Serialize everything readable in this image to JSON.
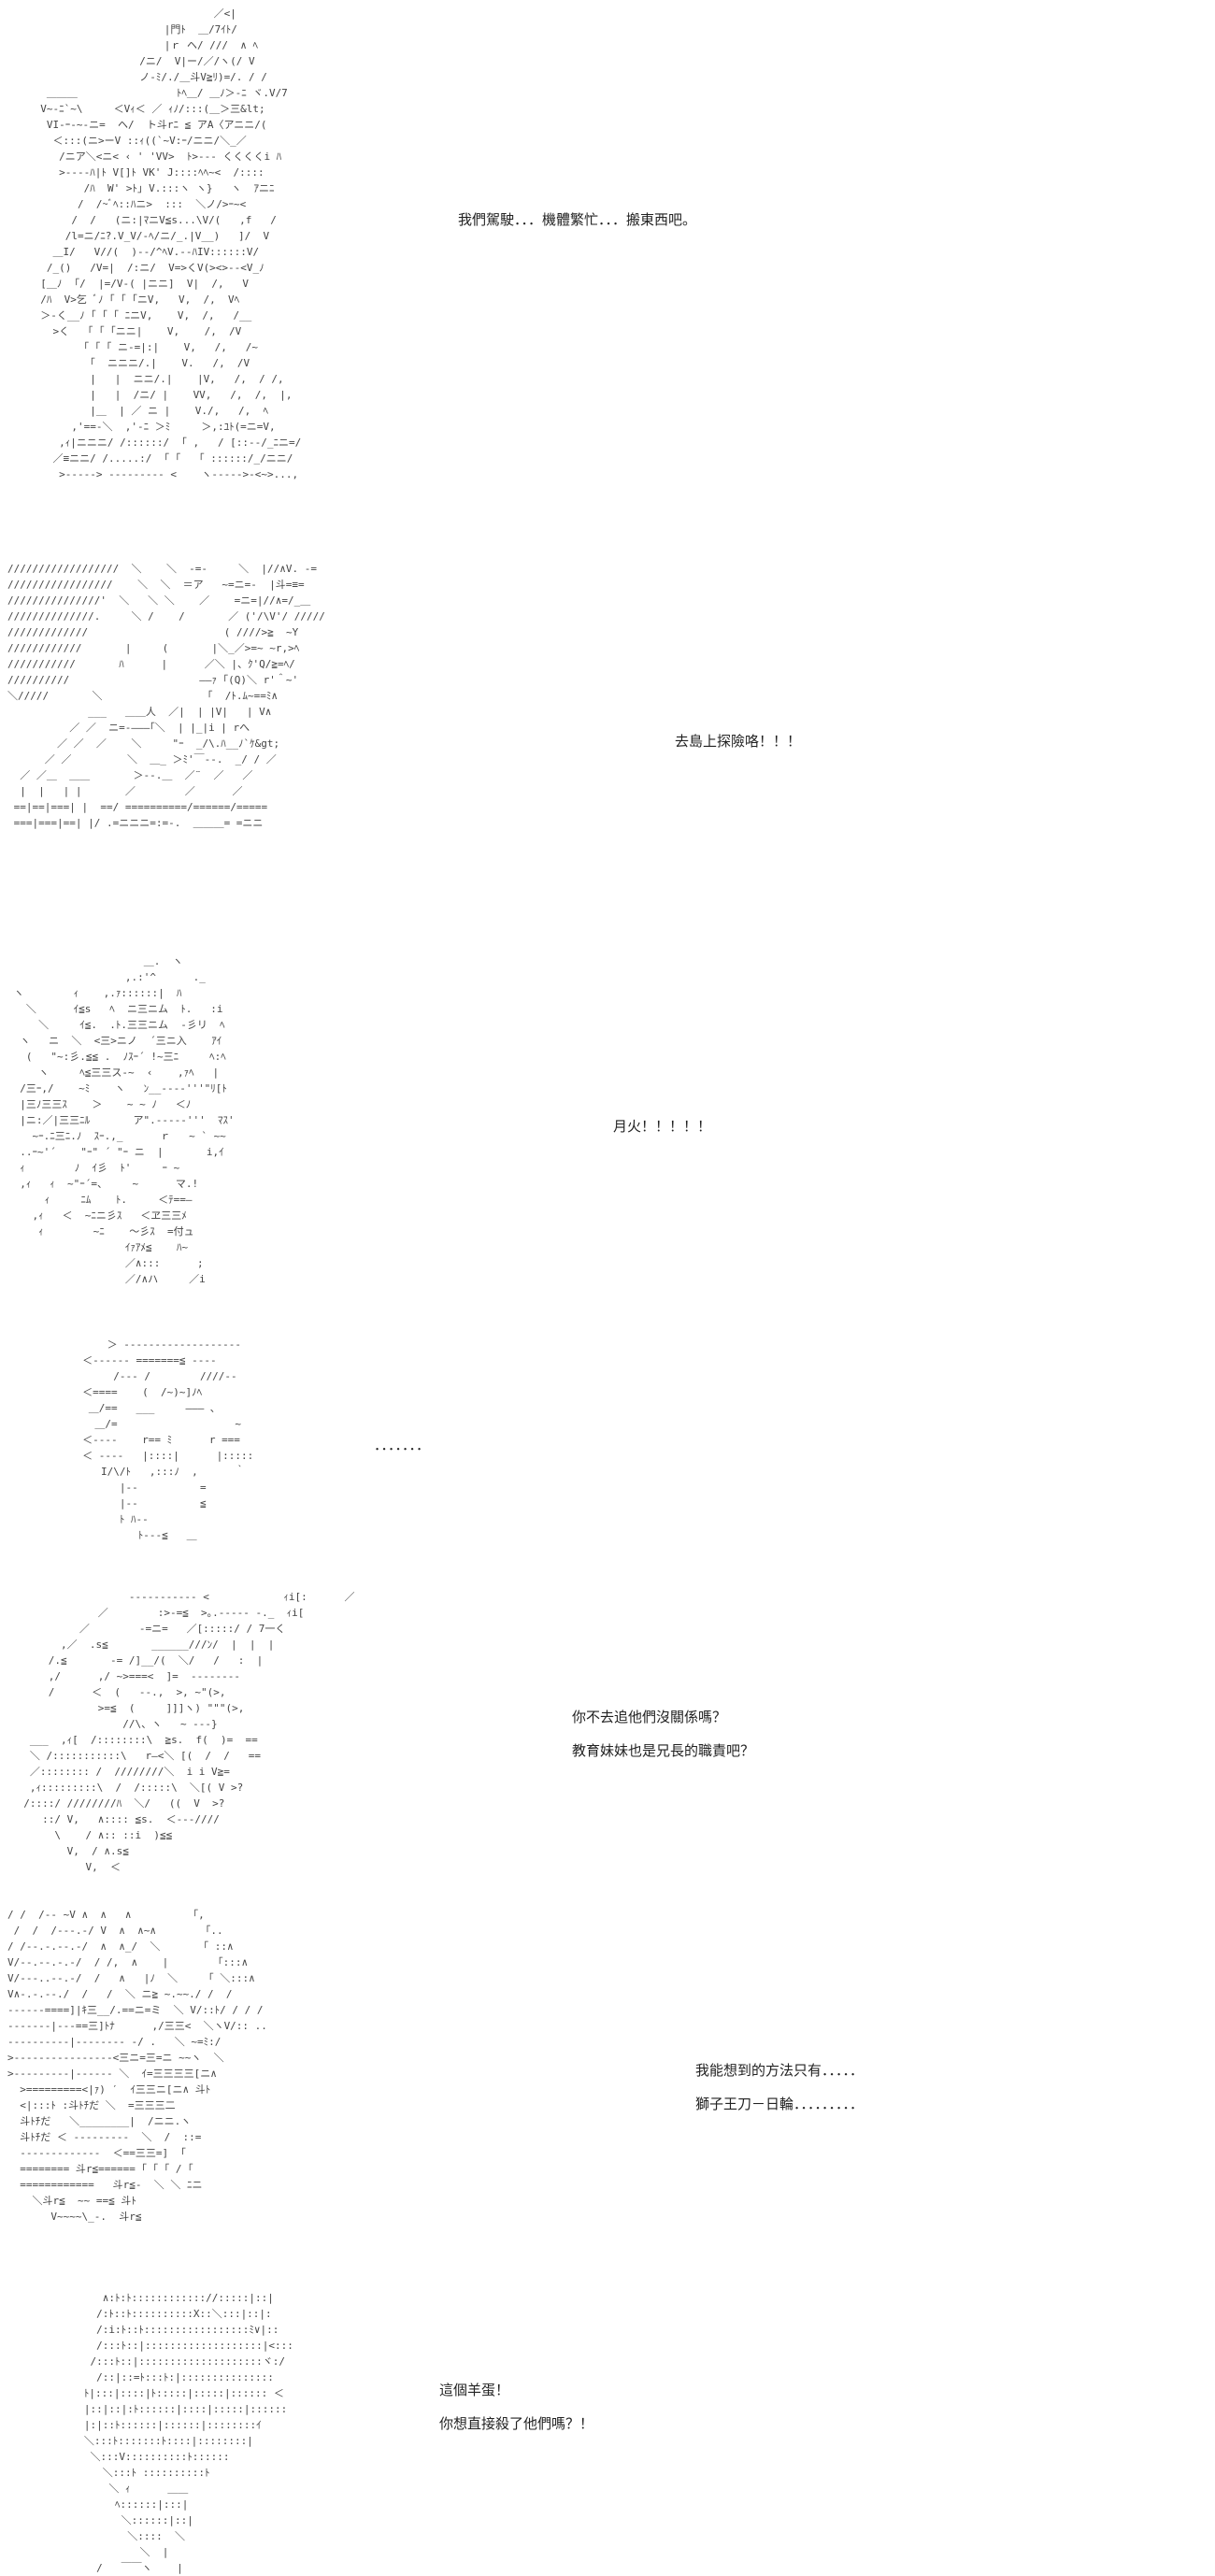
{
  "panels": [
    {
      "id": "p1",
      "lines": [
        "我們駕駛．．．機體繁忙．．．搬東西吧。"
      ],
      "art": "                              ／<|\n                      |門ﾄ  ＿/7ｲﾄ/\n                      |ｒ ヘ/ ///  ∧ ﾍ\n                  /ニ/  V|ー/／/ヽ(/ V\n                  ノ-ﾐ/./＿斗V≧ﾘ)=/. / /\n   ＿＿＿                ﾄﾍ＿/ ＿ﾉ＞-ﾆ ヾ.V/7\n  V~-ﾆ`~\\     ＜Vｨ＜ ／ ｨﾉ/:::(＿＞三&lt;\n   VI-ｰ-~-ニ=  ヘ/  ト斗rﾆ ≦ アA〈アニニ/(\n    ＜:::(ニ>ーV ::ｨ((`~V:ｰ/ニニ/＼_／\n     /ニア＼<ニ< ‹ ' 'VV>  ﾄ>--- くくくくi ﾊ\n     >----ﾊ|ﾄ V[]ﾄ VK' J::::ﾍﾍ~<  /::::\n         /ﾊ  W' >ﾄ｣ V.:::ヽ ヽ}   ヽ  ｱニﾆ\n        /  /~ﾞﾍ::ﾊニ>  :::  ＼ノ/>ｰ~<\n       /  /   (ニ:|ﾏニV≦s...\\V/(   ,f   /\n      /l=ニ/ﾆ?.V_V/-ﾍ/ニ/_.|V__)   ]/  V\n    ＿I/   V//(  )--/^ﾍV.--ﾊIV::::::V/\n   /_()   /V=|  /:ニ/  V=>くV(><>--<V_ﾉ\n  [＿ﾉ  ｢/  |=/V-( |ニニ]  V|  /,   V\n  /ﾊ  V>乞 ﾞﾉ ｢ ｢ ｢ニV,   V,  /,  Vﾍ\n  ＞-く__ﾉ ｢ ｢ ｢ ﾆニV,    V,  /,   /__\n    >く   ｢ ｢ ｢ニニ|    V,    /,  /V\n         ｢ ｢ ｢ ニ-=|:|    V,   /,   /~\n          ｢  ニニニ/.|    V.   /,  /V\n          |   |  ニニ/.|    |V,   /,  / /,\n          |   |  /ニ/ |    VV,   /,  /,  |,\n          |＿  | ／ ニ |    V./,   /,  ﾍ\n       ,'==-＼  ,'-ﾆ ＞ﾐ     ＞,:ﾕﾄ(=ニ=V,\n     ,ｨ|ニニニ/ /::::::/  ｢ ,   / [::--/_ﾆニ=/\n    ／≡ニニ/ /.....:/  ｢ ｢   ｢ ::::::/_/ニニ/\n     >-----> --------- <    ヽ----->-<~>...,"
    },
    {
      "id": "p2",
      "lines": [
        "去島上探險咯！！！"
      ],
      "art": "//////////////////  ＼    ＼  -=-     ＼  |//∧V. -=\n/////////////////    ＼  ＼  ＝ア   ~=ニ=-  |斗=≡=\n///////////////'  ＼   ＼ ＼    ／    =ニ=|//∧=/_＿\n//////////////.     ＼ /    /       ／ ('/\\V'/ /////\n/////////////                      ( ////>≧  ~Y\n////////////       |     (       |＼_／>=~ ~r,>ﾍ\n///////////       ﾊ      |      ／＼ |、ｸ'Q/≧=ﾍ/\n//////////                     ——ｧ ｢(Q)＼ r'＾~'\n＼/////       ＼                 ｢  /ﾄ.ﾑ~==ﾐ∧\n             ___   ＿＿人  ／|  | |V|   | V∧\n          ／ ／  ニ=-———｢＼  | |_|i | rへ\n        ／ ／  ／    ＼     \"ｰ  _/\\.ﾊ__ﾉ`ｹ&gt;\n      ／ ／         ＼  ＿_ ＞ﾐ'￣--.  _/ / ／\n  ／ ／＿  ＿＿       ＞--.＿  ／¨  ／   ／\n  |  |   | |       ／        ／      ／\n ==|==|===| |  ==/ ==========/======/=====\n ===|===|==| |/ .=ニニニ=:=-.  ＿＿＿= =ニニ"
    },
    {
      "id": "p3",
      "lines": [
        "月火！！！！！"
      ],
      "art": "                      ＿.  ヽ\n                   ,.:'^      ._\n ヽ        ｨ    ,.ｧ::::::|  ﾊ\n   ＼      ｲ≦s   ﾍ  ニ三ニム  ﾄ.   :i\n     ＼     ｲ≦.  .ﾄ.三三ニム  -彡リ  ﾍ\n  ヽ   ニ  ＼  <三>ニノ  ´三ニ入    ｱｲ\n   (   \"~:彡.≦≦ .  ﾉｽｰ´ !~三ﾆ     ﾍ:ﾍ\n     ヽ     ﾍ≦三三ス-~  ‹    ,ｧﾍ   |\n  /三ｰ,/    ~ﾐ    ヽ   ﾝ__----'''\"ﾘ[ﾄ\n  |三ﾉ三三ｽ    ＞    ~ ~ ﾉ   ＜ﾉ\n  |ニ:／|三三ﾆﾙ       ア\".-----'''  ﾏｽ'\n    ~ｰ.ﾆ三ﾆ.ﾉ  ｽｰ.,_      ｒ   ~ ` ~~\n  ..ｰ~'´    \"ｰ\" ´ \"ｰ ニ  |       i,ｲ\n  ｨ        ﾉ  ｲ彡  ﾄ'     ｰ ~\n  ,ｨ   ｨ  ~\"ｰ´=、    ~      マ.!\n      ｨ     ﾆﾑ    ﾄ.     ＜ﾃ==—\n    ,ｨ   ＜  ~ﾆニ彡ｽ   ＜ヱ三三ﾒ\n     ｨ        ~ﾆ    ～彡ｽ  =付ュ\n                   ｲｧｱﾒ≦    ﾊ~\n                   ／∧:::      ;\n                   ／/∧ハ     ／i"
    },
    {
      "id": "p4",
      "lines": [
        "．．．．．．．"
      ],
      "art": "         ＞ ------------------- \n     ＜------ =======≦ ----\n          /--- /        ////--\n     ＜====    (  /~)~]ﾉﾍ\n      ＿/==   ___     ——— ､\n       ＿/=                   ~\n     ＜----    r== ﾐ      r ===\n     ＜ ----   |::::|      |:::::\n        I/\\/ﾄ   ,:::ﾉ  ,      ｀\n           |--          =\n           |--          ≦\n           ﾄ ﾊ--\n              ﾄ---≦   ＿"
    },
    {
      "id": "p5",
      "lines": [
        "你不去追他們沒關係嗎？",
        "教育妹妹也是兄長的職責吧？"
      ],
      "art": "                   ----------- <            ｨi[:      ／\n              ／        :>-=≦  >｡.----- -._  ｨi[\n           ／        -=ニ=   ／[:::::/ / 7一く\n        ,／  .s≦       ______///ﾝ/  |  |  |\n      /.≦       -= /]__/(  ＼/   /   :  |\n      ,/      ,/ ~>===<  ]=  --------\n      /      ＜  (   --.,  >, ~\"(>,\n              >=≦  (     ]]]ヽ) \"\"\"(>,\n                  //\\、ヽ   ~ ---}\n   ___  ,ｨ[  /::::::::\\  ≧s.  f(  )=  ==\n   ＼ /:::::::::::\\   r―<＼ [(  /  /   ==\n   ／:::::::: /  ////////＼  i i V≧=\n   ,ｨ:::::::::\\  /  /:::::\\  ＼[( V >?\n  /::::/ ////////ﾊ  ＼/   ((  V  >?\n     ::/ V,   ∧:::: ≦s.  ＜---////\n       \\    / ∧:: ::i  )≦≦\n         V,  / ∧.s≦\n            V,  ＜"
    },
    {
      "id": "p6",
      "lines": [
        "我能想到的方法只有．．．．．",
        "獅子王刀－日輪．．．．．．．．．"
      ],
      "art": "/ /  /-- ~V ∧  ∧   ∧          ｢,\n /  /  /---.-/ V  ∧  ∧~∧        ｢..\n/ /--.-.--.-/  ∧  ∧_/  ＼       ｢ ::∧\nV/--.--.-.-/  / /,  ∧    |        ｢:::∧\nV/---..--.-/  /   ∧   |ﾉ  ＼     ｢ ＼:::∧\nV∧-.-.--./  /   /  ＼ ニ≧ ~.~~./ /  /\n------====]|ｷ三__/.==ニ=ミ  ＼ V/::ﾄ/ / / /\n-------|---==三]ﾄﾅ      ,/三三<  ＼ヽV/:: ..\n----------|-------- -/ .   ＼ ~=ﾐ:/\n>----------------<三ニ=三=ニ ~~ヽ  ＼\n>---------|------ ＼  ｲ=三三三三[ニ∧\n  >=========<|ｧ) ′  ｲ三三ニ[ニ∧ 斗ﾄ\n  <|:::ﾄ :斗ﾄﾁだ ＼  =三三三二\n  斗ﾄﾁだ   ＼________|  /ニニ.ヽ\n  斗ﾄﾁだ ＜ ---------  ＼  /  ::=\n  -------------  ＜==三三=]  ｢\n  ======== 斗r≦====== ｢ ｢ ｢ / ｢\n  ============   斗r≦-  ＼ ＼ ﾆニ\n    ＼斗r≦  ~~ ==≦ 斗ﾄ\n       V~~~~\\_-.  斗r≦"
    },
    {
      "id": "p7",
      "lines": [
        "這個羊蛋！",
        "你想直接殺了他們嗎？！"
      ],
      "art": "      ∧:ﾄ:ﾄ:::::::::::://:::::|::|\n     /:ﾄ::ﾄ::::::::::X::＼:::|::|:\n     /:i:ﾄ::ﾄ:::::::::::::::::ﾐ∨|::\n     /:::ﾄ::|:::::::::::::::::::|<:::\n    /:::ﾄ::|::::::::::::::::::::ヾ:/\n     /::|::=ﾄ:::ﾄ:|:::::::::::::::\n   ﾄ|:::|::::|ﾄ:::::|:::::|:::::: ＜\n   |::|::|:ﾄ::::::|::::|:::::|::::::\n   |:|::ﾄ::::::|::::::|::::::::ｲ\n   ＼:::ﾄ:::::::ﾄ::::|::::::::|\n    ＼:::V::::::::::ﾄ::::::\n      ＼:::ﾄ ::::::::::ﾄ\n       ＼ ｨ      ＿＿\n        ﾍ::::::|:::|\n         ＼::::::|::|\n          ＼::::  ＼\n            ＼  |\n     /   ￣￣ヽ    |"
    }
  ]
}
